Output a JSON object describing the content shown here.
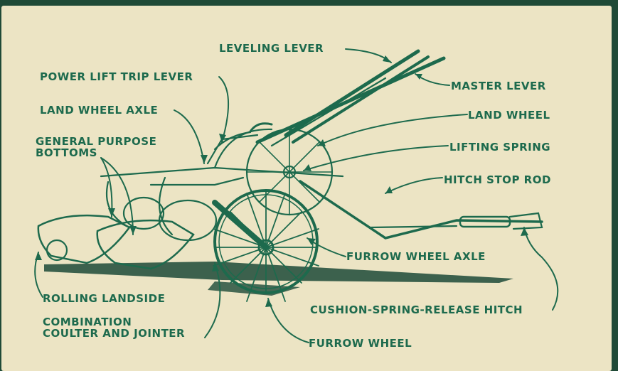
{
  "colors": {
    "panel_background": "#ece4c4",
    "ink_green": "#1d6a4d",
    "outer_frame": "#1f4a37"
  },
  "labels": {
    "leveling_lever": "LEVELING LEVER",
    "power_lift_trip_lever": "POWER LIFT TRIP LEVER",
    "master_lever": "MASTER LEVER",
    "land_wheel_axle": "LAND WHEEL AXLE",
    "land_wheel": "LAND WHEEL",
    "general_purpose_bottoms_line1": "GENERAL PURPOSE",
    "general_purpose_bottoms_line2": "BOTTOMS",
    "lifting_spring": "LIFTING SPRING",
    "hitch_stop_rod": "HITCH STOP ROD",
    "furrow_wheel_axle": "FURROW WHEEL AXLE",
    "rolling_landside": "ROLLING LANDSIDE",
    "cushion_spring_release_hitch": "CUSHION-SPRING-RELEASE HITCH",
    "combination_coulter_line1": "COMBINATION",
    "combination_coulter_line2": "COULTER AND JOINTER",
    "furrow_wheel": "FURROW WHEEL"
  }
}
